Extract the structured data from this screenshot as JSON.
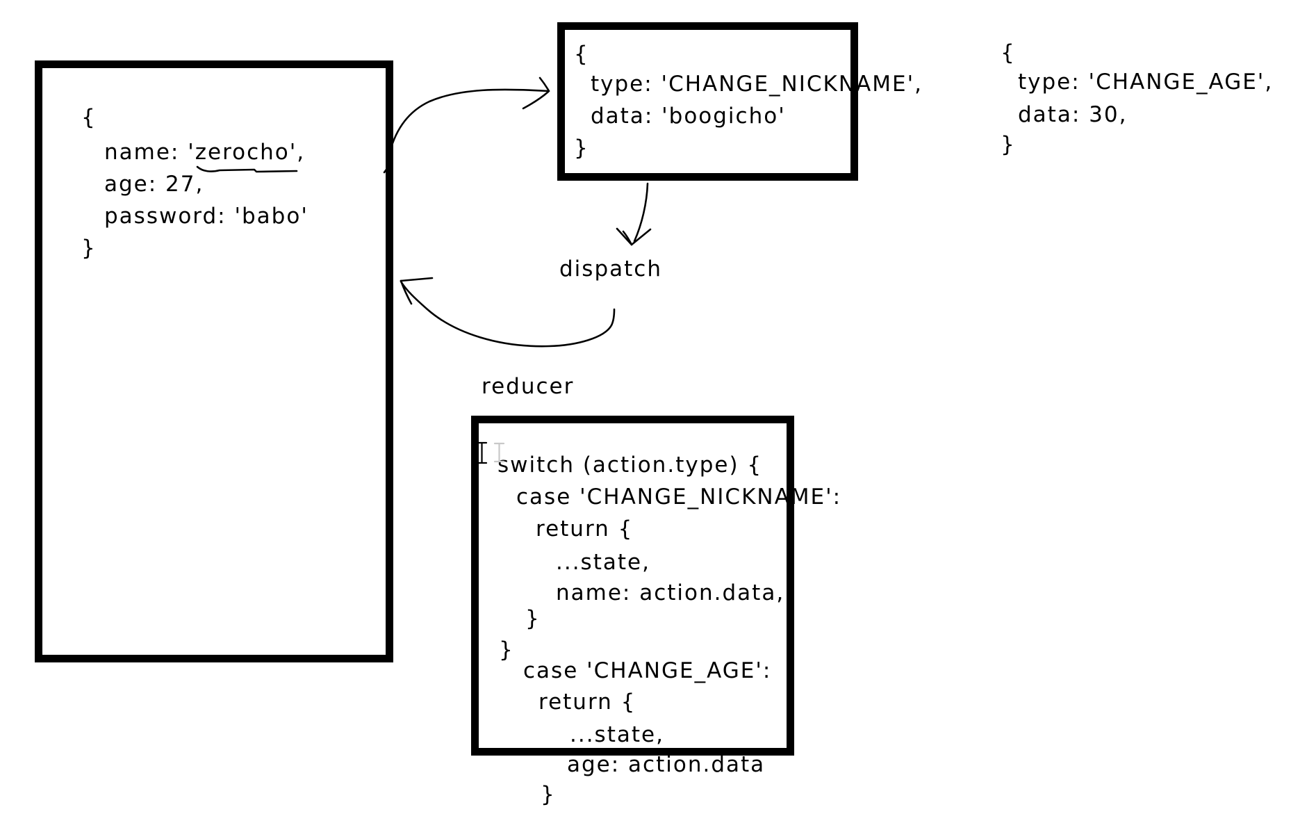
{
  "colors": {
    "background": "#ffffff",
    "ink": "#000000",
    "cursor_ghost": "#c8c8c8"
  },
  "state_box": {
    "lines": [
      "{",
      "name: 'zerocho',",
      "age: 27,",
      "password: 'babo'",
      "}"
    ]
  },
  "nickname_action": {
    "lines": [
      "{",
      "type: 'CHANGE_NICKNAME',",
      "data: 'boogicho'",
      "}"
    ]
  },
  "age_action": {
    "lines": [
      "{",
      "type: 'CHANGE_AGE',",
      "data: 30,",
      "}"
    ]
  },
  "labels": {
    "dispatch": "dispatch",
    "reducer": "reducer"
  },
  "reducer_code": {
    "lines": [
      "switch (action.type) {",
      "case 'CHANGE_NICKNAME':",
      "return {",
      "...state,",
      "name: action.data,",
      "}",
      "}",
      "case 'CHANGE_AGE':",
      "return {",
      "...state,",
      "age: action.data",
      "}"
    ]
  },
  "icons": {
    "text_cursor": "i-beam-cursor",
    "cursor_ghost": "i-beam-cursor-ghost"
  }
}
